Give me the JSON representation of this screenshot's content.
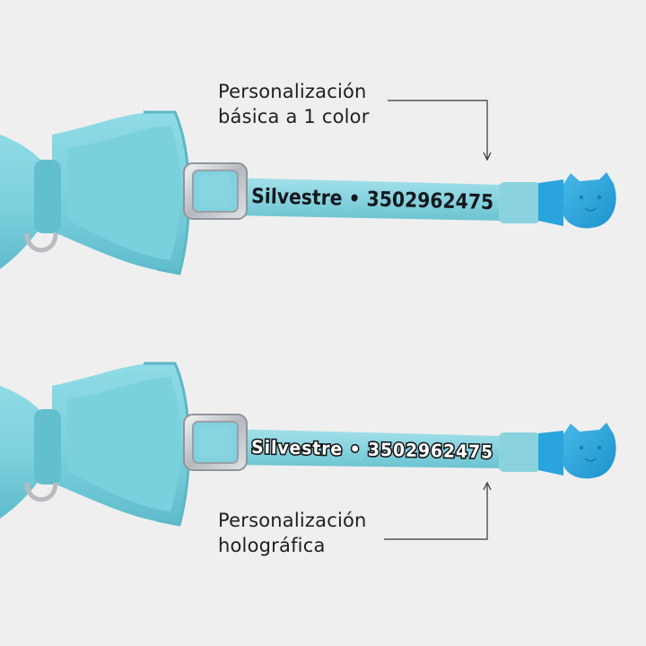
{
  "captions": {
    "top": {
      "line1": "Personalización",
      "line2": "básica a 1 color"
    },
    "bottom": {
      "line1": "Personalización",
      "line2": "holográfica"
    }
  },
  "engravings": {
    "top_text": "Silvestre • 3502962475",
    "bottom_text": "Silvestre • 3502962475"
  },
  "colors": {
    "background": "#efefef",
    "bow_fabric": "#7fd3e0",
    "collar_band": "#8dd6e2",
    "buckle": "#2aa4dc",
    "hardware": "#c8ccd0",
    "caption_text": "#1f1f1f",
    "pointer_line": "#333333"
  },
  "icons": {
    "buckle_shape": "cat-face-icon",
    "pointer": "arrow-icon"
  }
}
